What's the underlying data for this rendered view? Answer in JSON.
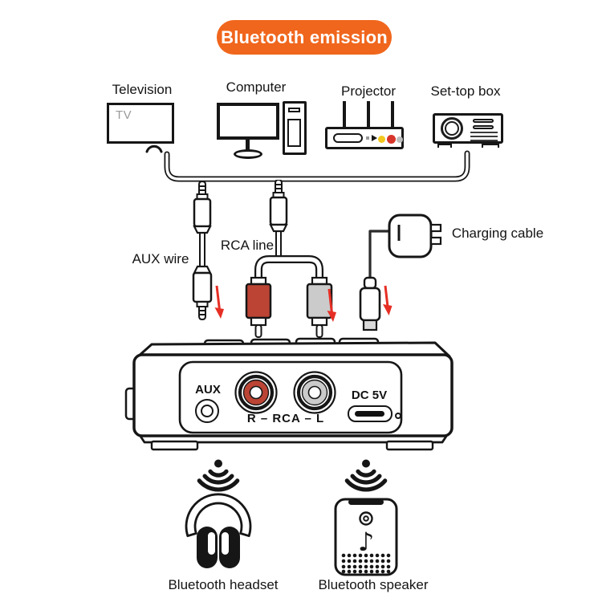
{
  "title_badge": "Bluetooth emission",
  "sources": {
    "television": {
      "label": "Television",
      "screen_text": "TV"
    },
    "computer": {
      "label": "Computer"
    },
    "projector": {
      "label": "Projector"
    },
    "set_top_box": {
      "label": "Set-top box"
    }
  },
  "cables": {
    "aux": {
      "label": "AUX wire"
    },
    "rca": {
      "label": "RCA line"
    },
    "charging": {
      "label": "Charging cable"
    }
  },
  "receiver_panel": {
    "aux_port": "AUX",
    "rca_ports": "R – RCA – L",
    "dc_port": "DC 5V"
  },
  "outputs": {
    "headset": {
      "label": "Bluetooth headset"
    },
    "speaker": {
      "label": "Bluetooth speaker",
      "note_glyph": "♪"
    }
  },
  "colors": {
    "accent_orange": "#F0661C",
    "arrow_red": "#E62E24",
    "rca_red": "#BB4434",
    "rca_white_ring": "#CBCBCB",
    "outline": "#161616"
  }
}
